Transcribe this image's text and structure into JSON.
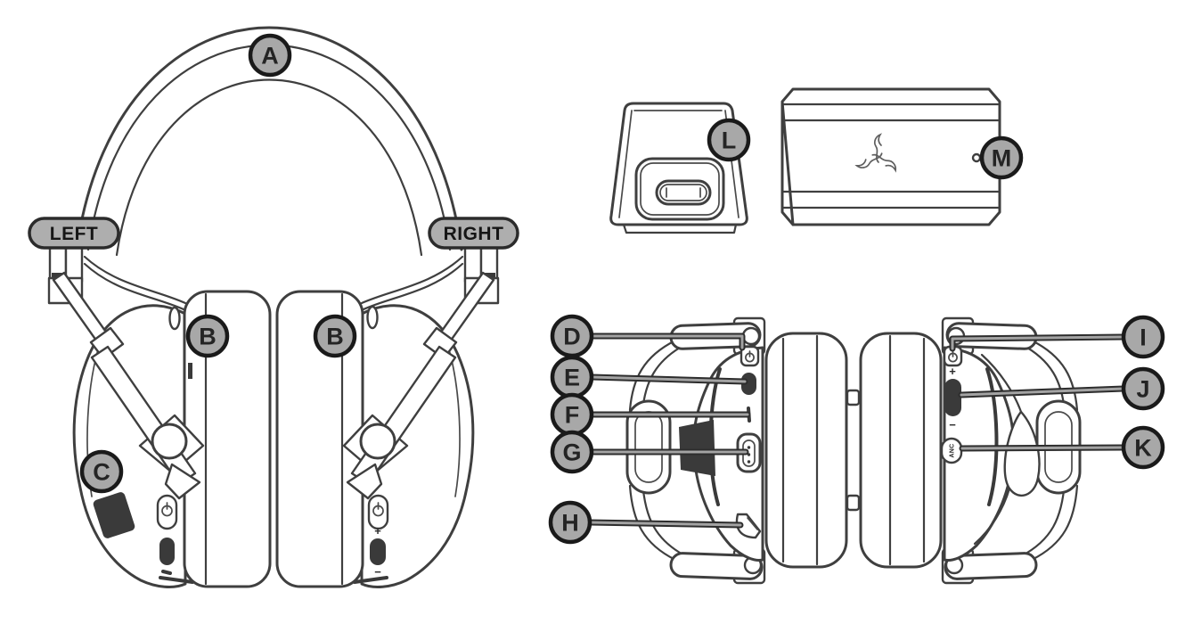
{
  "colors": {
    "background": "#ffffff",
    "line": "#3f3f3f",
    "badge_fill": "#a8a8a8",
    "badge_ring": "#1a1a1a",
    "badge_text": "#242424",
    "tag_fill": "#aeaeae",
    "dark_fill": "#3a3a3a",
    "leader_gray": "#a3a3a3",
    "leader_edge": "#2d2d2d"
  },
  "front_view": {
    "headband_callout": "A",
    "left_earcup_callout": "B",
    "right_earcup_callout": "B",
    "mic_dongle_callout": "C",
    "left_tag": "LEFT",
    "right_tag": "RIGHT",
    "volume_plus": "+",
    "volume_minus": "−"
  },
  "usb_dongle": {
    "usb_port_callout": "L",
    "receiver_callout": "M"
  },
  "bottom_view": {
    "left_callouts": [
      "D",
      "E",
      "F",
      "G",
      "H"
    ],
    "right_callouts": [
      "I",
      "J",
      "K"
    ],
    "volume_plus": "+",
    "volume_minus": "−",
    "anc_label": "ANC"
  }
}
